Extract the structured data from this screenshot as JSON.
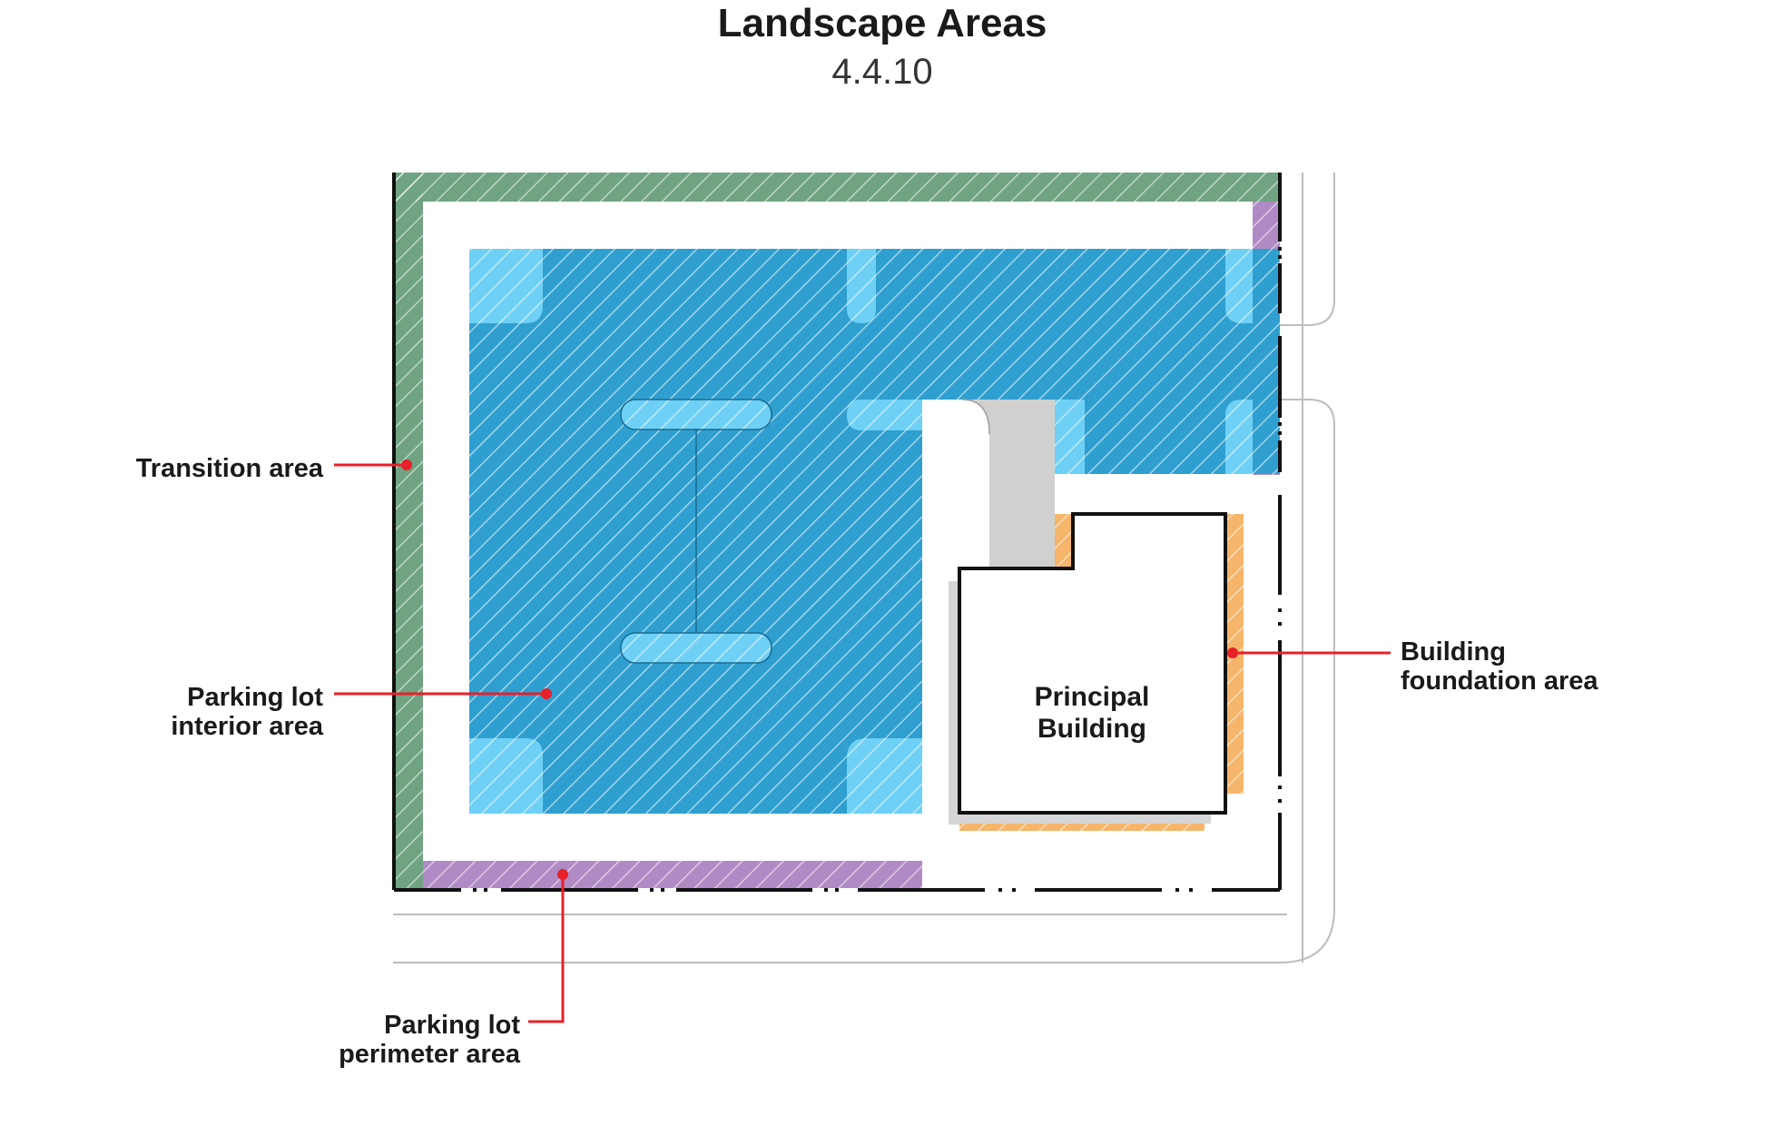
{
  "header": {
    "title": "Landscape Areas",
    "subtitle": "4.4.10"
  },
  "building": {
    "line1": "Principal",
    "line2": "Building"
  },
  "callouts": {
    "transition": "Transition area",
    "interior_line1": "Parking lot",
    "interior_line2": "interior area",
    "perimeter_line1": "Parking lot",
    "perimeter_line2": "perimeter area",
    "foundation_line1": "Building",
    "foundation_line2": "foundation area"
  },
  "colors": {
    "transition_area": "#6fa382",
    "parking_interior": "#2f9fd0",
    "parking_island": "#6fd0f5",
    "parking_perimeter": "#b08ac4",
    "building_foundation": "#f5b56a",
    "driveway": "#d0d0d0",
    "callout": "#e8202a",
    "outline": "#111111"
  }
}
